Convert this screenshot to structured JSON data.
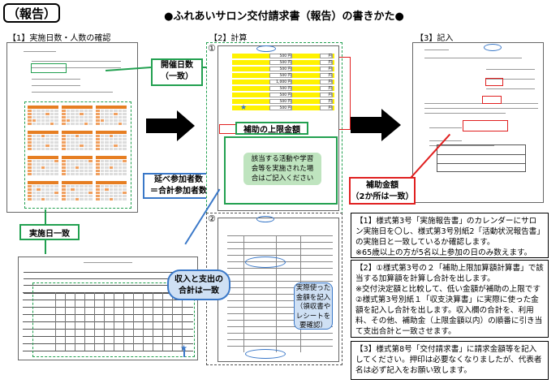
{
  "header": {
    "badge": "（報告）",
    "title": "●ふれあいサロン交付請求書（報告）の書きかた●"
  },
  "sections": {
    "s1": "【1】実施日数・人数の確認",
    "s2": "【2】計算",
    "s3": "【3】記入"
  },
  "step_markers": {
    "first": "①",
    "second": "②"
  },
  "callouts": {
    "kaisai_nissu": "開催日数\n（一致）",
    "hojo_jogen": "補助の上限金額",
    "gaito_katsudo": "該当する活動や学習\n会等を実施された場\n合はご記入ください",
    "nobe_sanka": "延べ参加者数\n＝合計参加者数",
    "hojo_kingaku": "補助金額\n（2か所は一致）",
    "jisshi_bi": "実施日一致",
    "shunyu_shishutsu": "収入と支出の\n合計は一致",
    "jissai_tsukatta": "実際使った\n金額を記入\n（領収書や\nレシートを\n要確認）"
  },
  "info": {
    "box1": {
      "label": "【1】",
      "text": "様式第3号「実施報告書」のカレンダーにサロン実施日を〇し、様式第3号別紙2「活動状況報告書」の実施日と一致しているか確認します。",
      "note": "※65歳以上の方が5名以上参加の日のみ数えます。"
    },
    "box2": {
      "label": "【2】",
      "item1": "①様式第3号の２「補助上限加算額計算書」で該当する加算額を計算し合計を出します。",
      "item1_note": "※交付決定額と比較して、低い金額が補助の上限です",
      "item2": "②様式第3号別紙１「収支決算書」に実際に使った金額を記入し合計を出します。収入欄の合計を、利用料、その他、補助金（上限金額以内）の順番に引き当て支出合計と一致させます。"
    },
    "box3": {
      "label": "【3】",
      "text": "様式第8号「交付請求書」に請求金額等を記入してください。押印は必要なくなりましたが、代表者名は必ず記入をお願い致します。"
    }
  },
  "doc_snippets": {
    "amount_500": "500 円",
    "amount_1000": "1,000 円",
    "yen": "円",
    "jitsu": "実"
  },
  "colors": {
    "green": "#22a050",
    "red": "#e02020",
    "blue": "#3a78c8",
    "yellow": "#fff200",
    "orange": "#e67e22"
  }
}
